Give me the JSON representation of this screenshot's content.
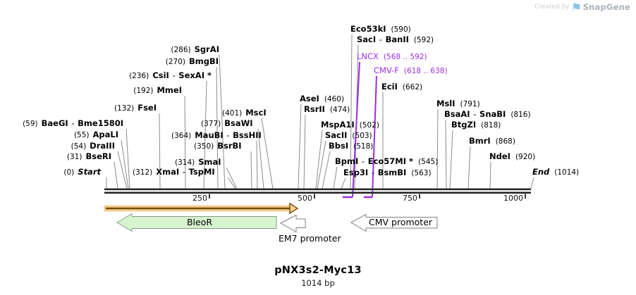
{
  "watermark": {
    "created_by": "Created by",
    "brand": "SnapGene"
  },
  "title": {
    "name": "pNX3s2-Myc13",
    "length": "1014 bp"
  },
  "ui": {
    "name_separator": " - "
  },
  "map": {
    "length_bp": 1014,
    "ruler_ticks": [
      "250",
      "500",
      "750",
      "1000"
    ]
  },
  "sites": [
    {
      "pos": "(0)",
      "name_parts": [
        "Start"
      ],
      "pos_side": "left",
      "type": "anchor"
    },
    {
      "pos": "(31)",
      "name_parts": [
        "BseRI"
      ],
      "pos_side": "left",
      "type": "site"
    },
    {
      "pos": "(54)",
      "name_parts": [
        "DraIII"
      ],
      "pos_side": "left",
      "type": "site"
    },
    {
      "pos": "(55)",
      "name_parts": [
        "ApaLI"
      ],
      "pos_side": "left",
      "type": "site"
    },
    {
      "pos": "(59)",
      "name_parts": [
        "BaeGI",
        "Bme1580I"
      ],
      "pos_side": "left",
      "type": "site"
    },
    {
      "pos": "(132)",
      "name_parts": [
        "FseI"
      ],
      "pos_side": "left",
      "type": "site"
    },
    {
      "pos": "(192)",
      "name_parts": [
        "MmeI"
      ],
      "pos_side": "left",
      "type": "site"
    },
    {
      "pos": "(236)",
      "name_parts": [
        "CsiI",
        "SexAI *"
      ],
      "pos_side": "left",
      "type": "site"
    },
    {
      "pos": "(270)",
      "name_parts": [
        "BmgBI"
      ],
      "pos_side": "left",
      "type": "site"
    },
    {
      "pos": "(286)",
      "name_parts": [
        "SgrAI"
      ],
      "pos_side": "left",
      "type": "site"
    },
    {
      "pos": "(312)",
      "name_parts": [
        "XmaI",
        "TspMI"
      ],
      "pos_side": "left",
      "type": "site"
    },
    {
      "pos": "(314)",
      "name_parts": [
        "SmaI"
      ],
      "pos_side": "left",
      "type": "site"
    },
    {
      "pos": "(350)",
      "name_parts": [
        "BsrBI"
      ],
      "pos_side": "left",
      "type": "site"
    },
    {
      "pos": "(364)",
      "name_parts": [
        "MauBI",
        "BssHII"
      ],
      "pos_side": "left",
      "type": "site"
    },
    {
      "pos": "(377)",
      "name_parts": [
        "BsaWI"
      ],
      "pos_side": "left",
      "type": "site"
    },
    {
      "pos": "(401)",
      "name_parts": [
        "MscI"
      ],
      "pos_side": "left",
      "type": "site"
    },
    {
      "pos": "(460)",
      "name_parts": [
        "AseI"
      ],
      "pos_side": "right",
      "type": "site"
    },
    {
      "pos": "(474)",
      "name_parts": [
        "RsrII"
      ],
      "pos_side": "right",
      "type": "site"
    },
    {
      "pos": "(502)",
      "name_parts": [
        "MspA1I"
      ],
      "pos_side": "right",
      "type": "site"
    },
    {
      "pos": "(503)",
      "name_parts": [
        "SacII"
      ],
      "pos_side": "right",
      "type": "site"
    },
    {
      "pos": "(518)",
      "name_parts": [
        "BbsI"
      ],
      "pos_side": "right",
      "type": "site"
    },
    {
      "pos": "(545)",
      "name_parts": [
        "BpmI",
        "Eco57MI *"
      ],
      "pos_side": "right",
      "type": "site"
    },
    {
      "pos": "(563)",
      "name_parts": [
        "Esp3I",
        "BsmBI"
      ],
      "pos_side": "right",
      "type": "site"
    },
    {
      "pos": "(590)",
      "name_parts": [
        "Eco53kI"
      ],
      "pos_side": "right",
      "type": "site"
    },
    {
      "pos": "(592)",
      "name_parts": [
        "SacI",
        "BanII"
      ],
      "pos_side": "right",
      "type": "site"
    },
    {
      "pos": "(568 .. 592)",
      "name_parts": [
        "LNCX"
      ],
      "pos_side": "right",
      "type": "primer"
    },
    {
      "pos": "(618 .. 638)",
      "name_parts": [
        "CMV-F"
      ],
      "pos_side": "right",
      "type": "primer"
    },
    {
      "pos": "(662)",
      "name_parts": [
        "EciI"
      ],
      "pos_side": "right",
      "type": "site"
    },
    {
      "pos": "(791)",
      "name_parts": [
        "MslI"
      ],
      "pos_side": "right",
      "type": "site"
    },
    {
      "pos": "(816)",
      "name_parts": [
        "BsaAI",
        "SnaBI"
      ],
      "pos_side": "right",
      "type": "site"
    },
    {
      "pos": "(818)",
      "name_parts": [
        "BtgZI"
      ],
      "pos_side": "right",
      "type": "site"
    },
    {
      "pos": "(868)",
      "name_parts": [
        "BmrI"
      ],
      "pos_side": "right",
      "type": "site"
    },
    {
      "pos": "(920)",
      "name_parts": [
        "NdeI"
      ],
      "pos_side": "right",
      "type": "site"
    },
    {
      "pos": "(1014)",
      "name_parts": [
        "End"
      ],
      "pos_side": "right",
      "type": "anchor"
    }
  ],
  "features": [
    {
      "label": "BleoR",
      "type": "gene",
      "color": "#D6F4CE"
    },
    {
      "label": "EM7 promoter",
      "type": "promoter",
      "color": "#FFFFFF"
    },
    {
      "label": "CMV promoter",
      "type": "promoter",
      "color": "#FFFFFF"
    },
    {
      "label": "",
      "type": "span",
      "color": "#FAD095"
    }
  ],
  "colors": {
    "site_leader": "#8c8c8c",
    "primer": "#9B2FE0",
    "map_line": "#222222",
    "span_fill": "#FAD095",
    "span_dark": "#6F4E00",
    "gene_fill": "#D6F4CE",
    "feature_border": "#808080"
  }
}
